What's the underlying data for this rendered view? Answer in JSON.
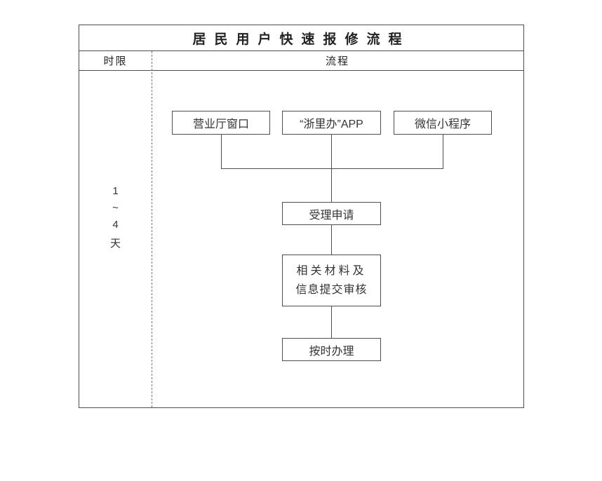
{
  "title": "居民用户快速报修流程",
  "header": {
    "left": "时限",
    "right": "流程"
  },
  "timeline": {
    "lines": [
      "1",
      "~",
      "4",
      "天"
    ]
  },
  "nodes": {
    "channel1": "营业厅窗口",
    "channel2": "“浙里办”APP",
    "channel3": "微信小程序",
    "accept": "受理申请",
    "review_line1": "相关材料及",
    "review_line2": "信息提交审核",
    "handle": "按时办理"
  },
  "colors": {
    "border": "#4d4d4d",
    "text": "#333333",
    "background": "#ffffff"
  }
}
